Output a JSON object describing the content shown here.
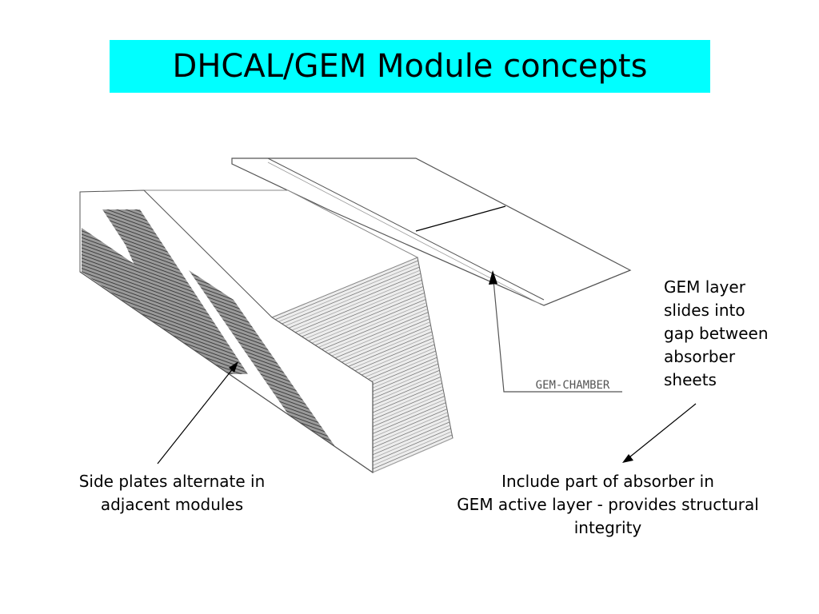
{
  "slide": {
    "title": "DHCAL/GEM Module concepts",
    "title_bg": "#00ffff"
  },
  "diagram": {
    "gem_chamber_label": "GEM-CHAMBER"
  },
  "annotations": {
    "gem_layer": [
      "GEM layer",
      "slides into",
      "gap between",
      "absorber",
      "sheets"
    ],
    "side_plates": [
      "Side plates alternate in",
      "adjacent modules"
    ],
    "absorber": [
      "Include part of absorber in",
      "GEM active layer - provides structural",
      "integrity"
    ]
  }
}
